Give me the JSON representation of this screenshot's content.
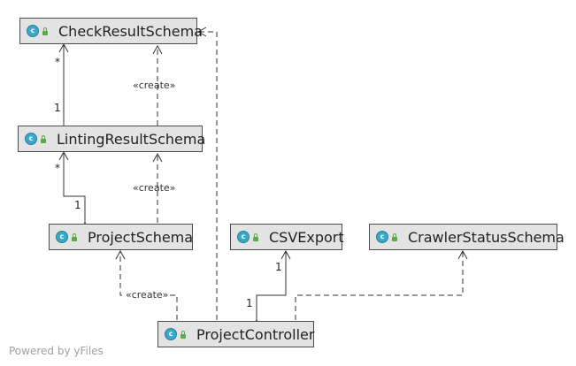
{
  "classes": {
    "check_result_schema": "CheckResultSchema",
    "linting_result_schema": "LintingResultSchema",
    "project_schema": "ProjectSchema",
    "csv_export": "CSVExport",
    "crawler_status_schema": "CrawlerStatusSchema",
    "project_controller": "ProjectController"
  },
  "icons": {
    "class_icon": "class-icon",
    "visibility_icon": "lock-icon",
    "class_letter": "c"
  },
  "stereotypes": {
    "create": "«create»"
  },
  "multiplicities": {
    "check_many": "*",
    "linting_one": "1",
    "linting_many": "*",
    "project_one": "1",
    "csv_one": "1",
    "controller_one": "1"
  },
  "watermark": "Powered by yFiles",
  "colors": {
    "node_fill": "#e3e3e3",
    "node_border": "#4d4d4d",
    "class_icon": "#3aa8c8",
    "lock_icon": "#5fa84a"
  }
}
